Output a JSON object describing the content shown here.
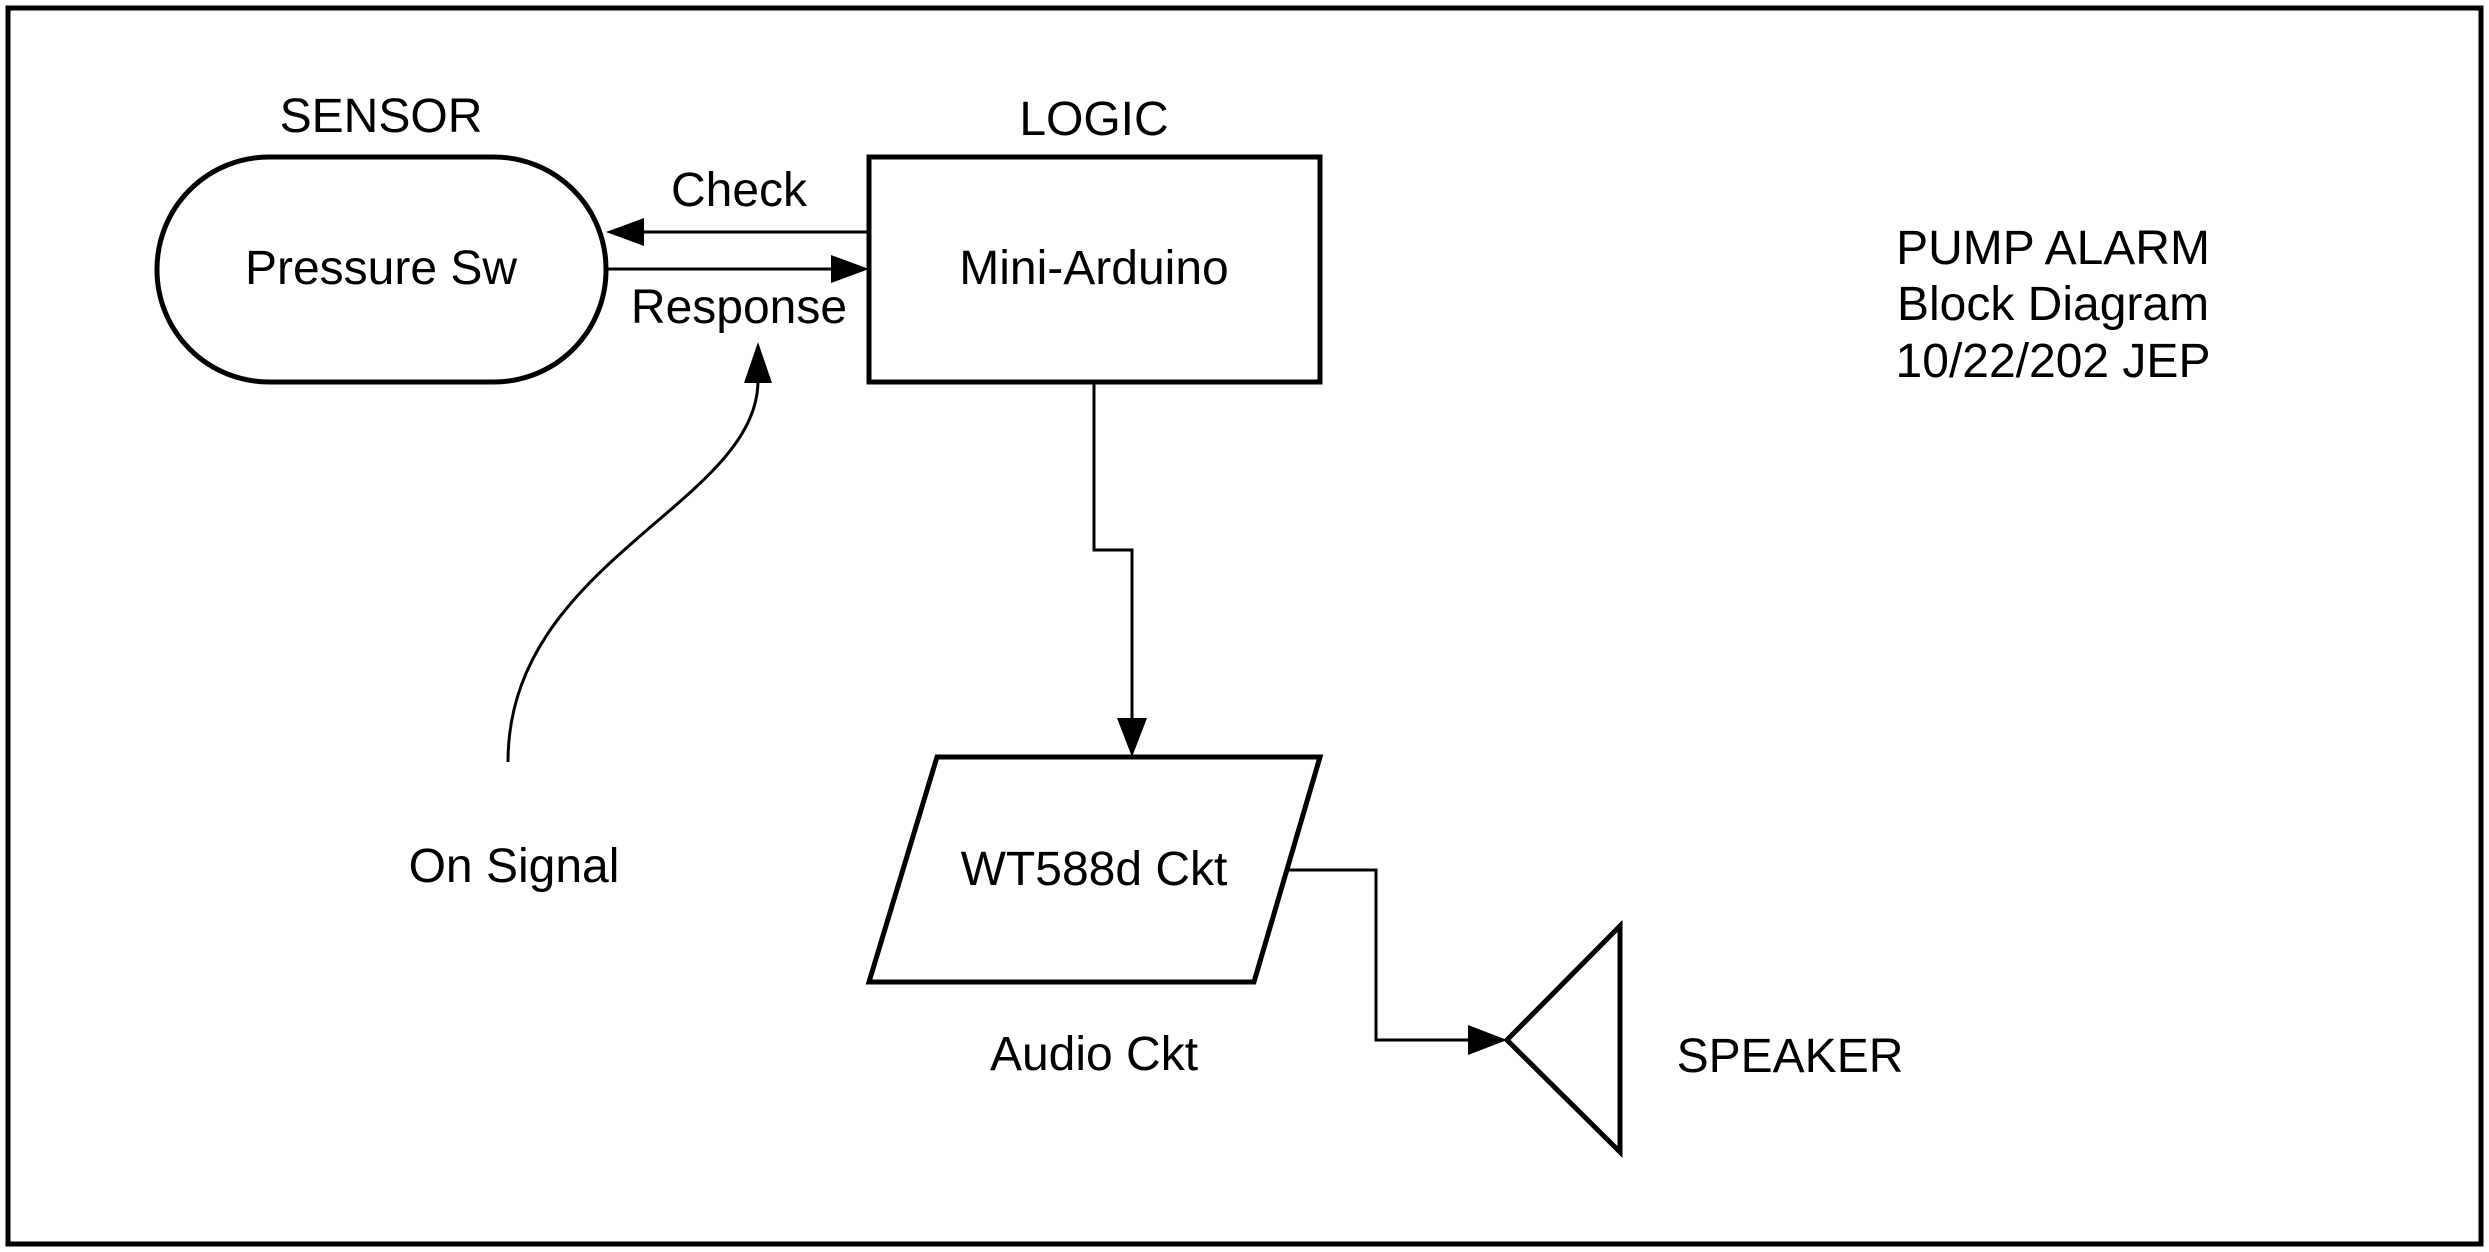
{
  "diagram": {
    "title": {
      "line1": "PUMP ALARM",
      "line2": "Block Diagram",
      "line3": "10/22/202 JEP"
    },
    "sensor": {
      "header": "SENSOR",
      "label": "Pressure Sw"
    },
    "logic": {
      "header": "LOGIC",
      "label": "Mini-Arduino"
    },
    "audio": {
      "label": "WT588d Ckt",
      "caption": "Audio Ckt"
    },
    "speaker": {
      "label": "SPEAKER"
    },
    "signals": {
      "check": "Check",
      "response": "Response",
      "on_signal": "On Signal"
    }
  }
}
